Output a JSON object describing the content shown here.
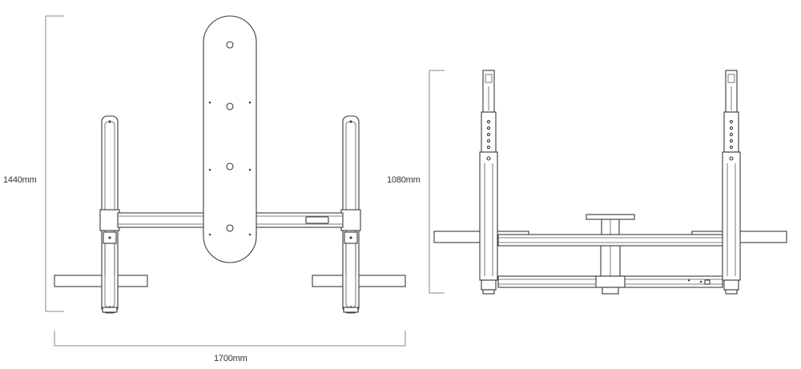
{
  "dimensions": {
    "height_top_view": "1440mm",
    "height_front_view": "1080mm",
    "width_top_view": "1700mm"
  }
}
